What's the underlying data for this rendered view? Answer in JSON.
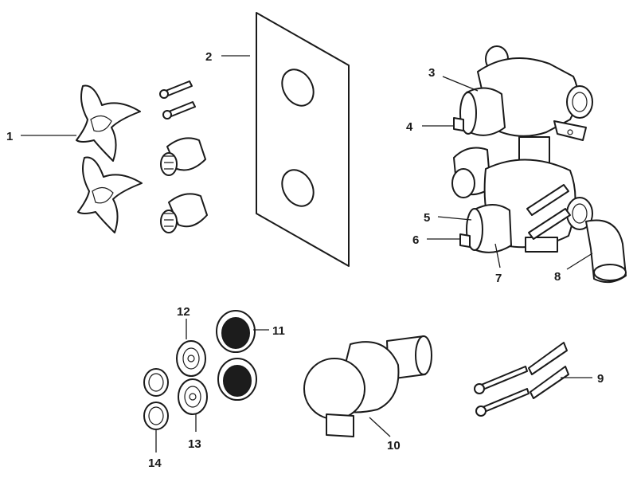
{
  "callouts": {
    "c1": "1",
    "c2": "2",
    "c3": "3",
    "c4": "4",
    "c5": "5",
    "c6": "6",
    "c7": "7",
    "c8": "8",
    "c9": "9",
    "c10": "10",
    "c11": "11",
    "c12": "12",
    "c13": "13",
    "c14": "14"
  },
  "colors": {
    "line": "#1a1a1a",
    "background": "#ffffff",
    "filter_mesh": "#1c1c1c"
  }
}
